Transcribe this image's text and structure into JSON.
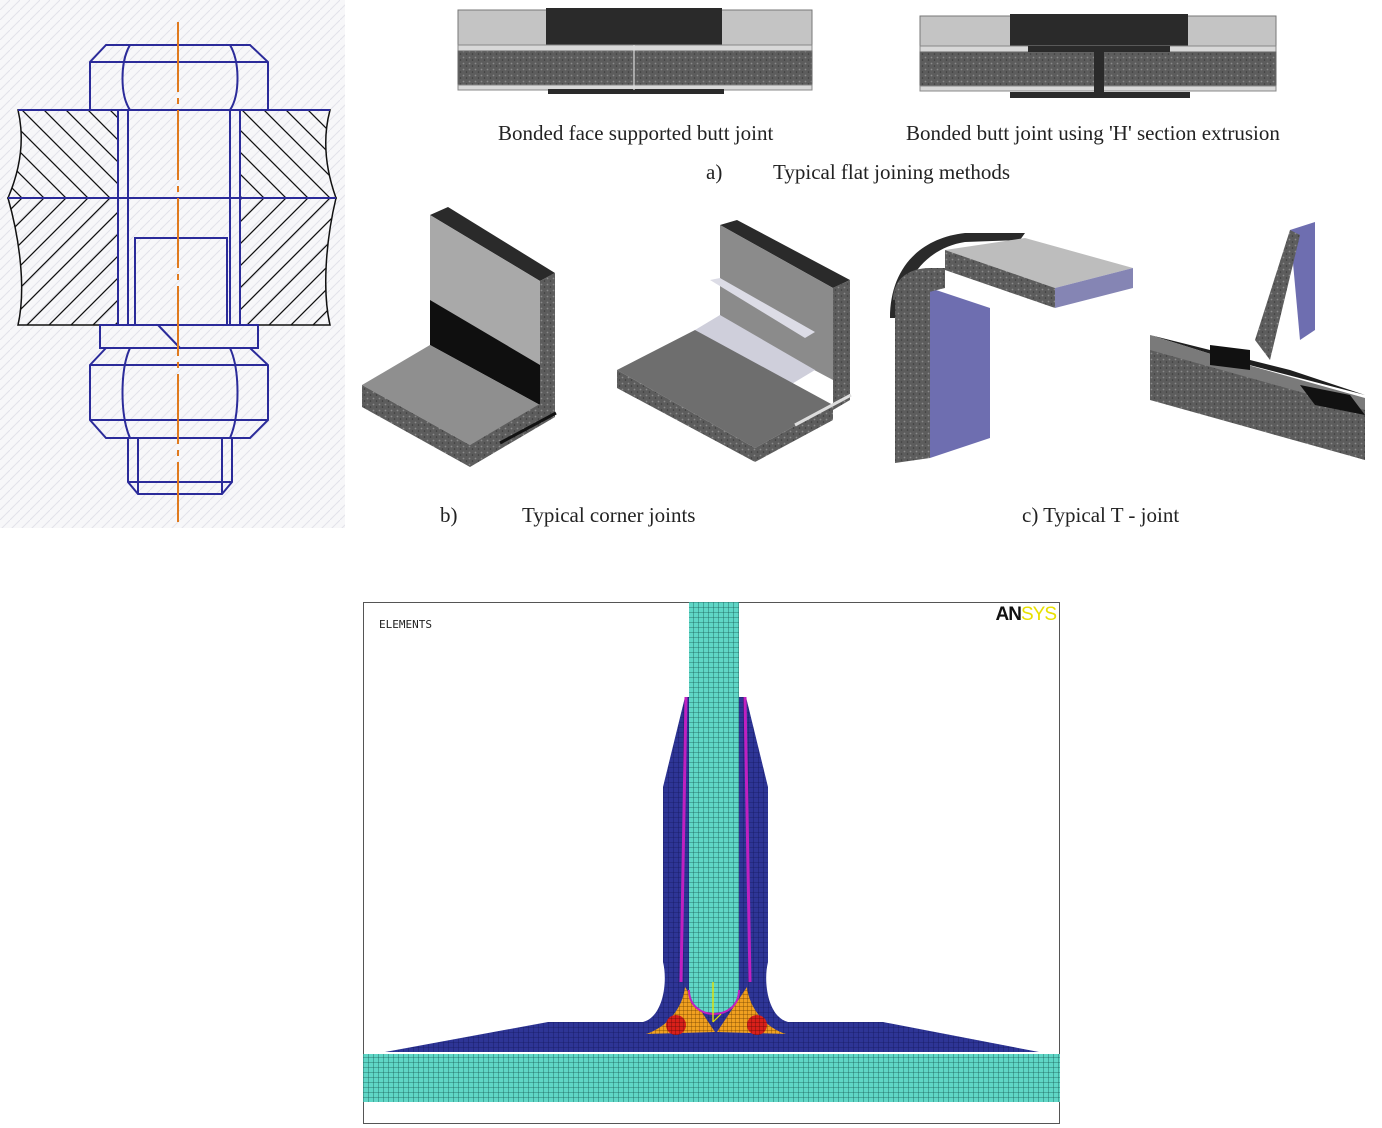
{
  "captions": {
    "butt1": "Bonded face supported butt joint",
    "butt2": "Bonded butt joint using 'H' section extrusion",
    "flat_label": "a)",
    "flat_title": "Typical flat joining methods",
    "corner_label": "b)",
    "corner_title": "Typical corner joints",
    "tjoint_title": "c) Typical T - joint"
  },
  "fea": {
    "elements_label": "ELEMENTS",
    "logo_an": "AN",
    "logo_sys": "SYS"
  },
  "colors": {
    "bolt_line": "#2b2b9a",
    "centerline": "#e07a1e",
    "panel_dark": "#2f2f2f",
    "panel_light": "#bcbcbc",
    "core": "#6a6a6a",
    "fea_navy": "#2e3596",
    "fea_cyan": "#5fd6c6",
    "fea_magenta": "#c020c0",
    "fea_orange": "#f0a020",
    "fea_red": "#d8201a",
    "ansys_yellow": "#e8e000"
  }
}
